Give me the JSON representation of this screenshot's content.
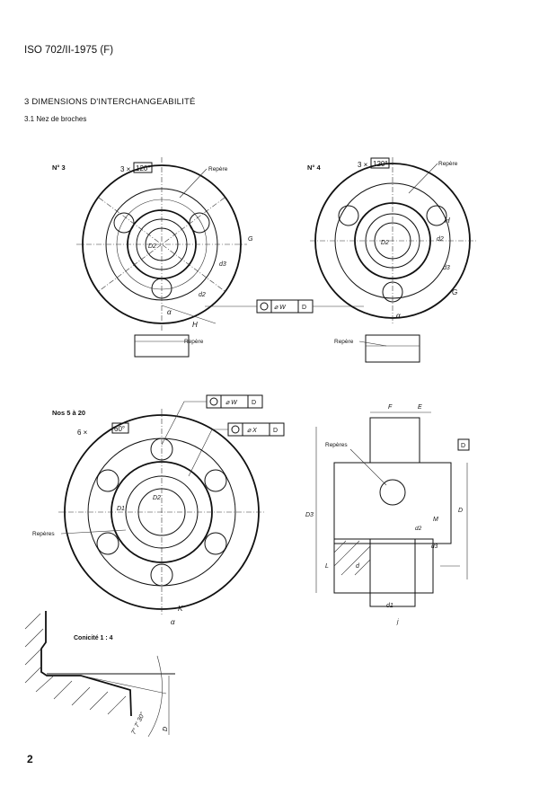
{
  "header": {
    "standard": "ISO 702/II-1975 (F)"
  },
  "section": {
    "title": "3  DIMENSIONS D'INTERCHANGEABILITÉ",
    "subtitle": "3.1   Nez de broches"
  },
  "fig_no3": {
    "label": "N° 3",
    "angle": "3 ×",
    "angle_box": "120°",
    "repere_top": "Repère",
    "repere_bottom": "Repère",
    "G": "G",
    "d3": "d3",
    "d2": "d2",
    "D2": "D2",
    "H": "H",
    "alpha": "α"
  },
  "fig_no4": {
    "label": "N° 4",
    "angle": "3 ×",
    "angle_box": "120°",
    "repere_top": "Repère",
    "repere_bottom": "Repère",
    "H": "H",
    "d2": "d2",
    "d3": "d3",
    "G": "G",
    "D2": "D2",
    "alpha": "α"
  },
  "tolerance_w": {
    "symbol": "⌖",
    "value": "⌀ W",
    "datum": "D"
  },
  "fig_no5_20": {
    "label": "Nos 5 à 20",
    "angle": "6 ×",
    "angle_box": "60°",
    "repere": "Repères",
    "D1": "D1",
    "D2": "D2",
    "K": "K",
    "alpha": "α"
  },
  "tolerance_w2": {
    "symbol": "⌖",
    "value": "⌀ W",
    "datum": "D"
  },
  "tolerance_x": {
    "symbol": "⌖",
    "value": "⌀ X",
    "datum": "D"
  },
  "section_view": {
    "F": "F",
    "E": "E",
    "reperes": "Repères",
    "datum": "D",
    "D3": "D3",
    "D": "D",
    "M": "M",
    "d2": "d2",
    "d3": "d3",
    "d": "d",
    "L": "L",
    "d1": "d1",
    "j": "j"
  },
  "taper_detail": {
    "title": "Conicité 1 : 4",
    "angle": "7° 7' 30\"",
    "D": "D"
  },
  "footer": {
    "page_number": "2"
  }
}
